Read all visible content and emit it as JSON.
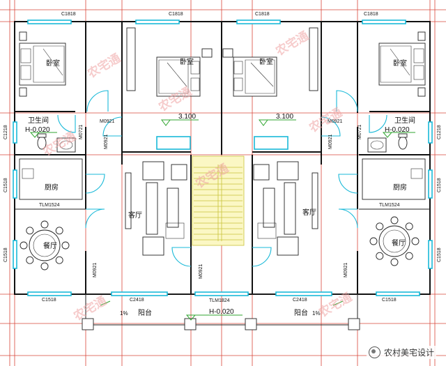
{
  "rooms": {
    "bedroom": "卧室",
    "bathroom": "卫生间",
    "kitchen": "厨房",
    "living": "客厅",
    "dining": "餐厅",
    "balcony": "阳台"
  },
  "codes": {
    "c1818": "C1818",
    "c1218": "C1218",
    "c1518": "C1518",
    "m0921": "M0921",
    "m0721": "M0721",
    "tlm1524": "TLM1524",
    "tlm1824": "TLM1824",
    "c2418": "C2418"
  },
  "elevations": {
    "floor": "3.100",
    "bath": "H-0.020",
    "balcony": "H-0.020"
  },
  "slope": "1%",
  "watermark": "农宅通",
  "brand": "农村美宅设计",
  "colors": {
    "wall": "#111111",
    "grid": "#d9463a",
    "window": "#19b9d8",
    "stair": "#fbf7c4",
    "elevation_mark": "#2fa52f",
    "watermark": "#f0a3a3"
  }
}
